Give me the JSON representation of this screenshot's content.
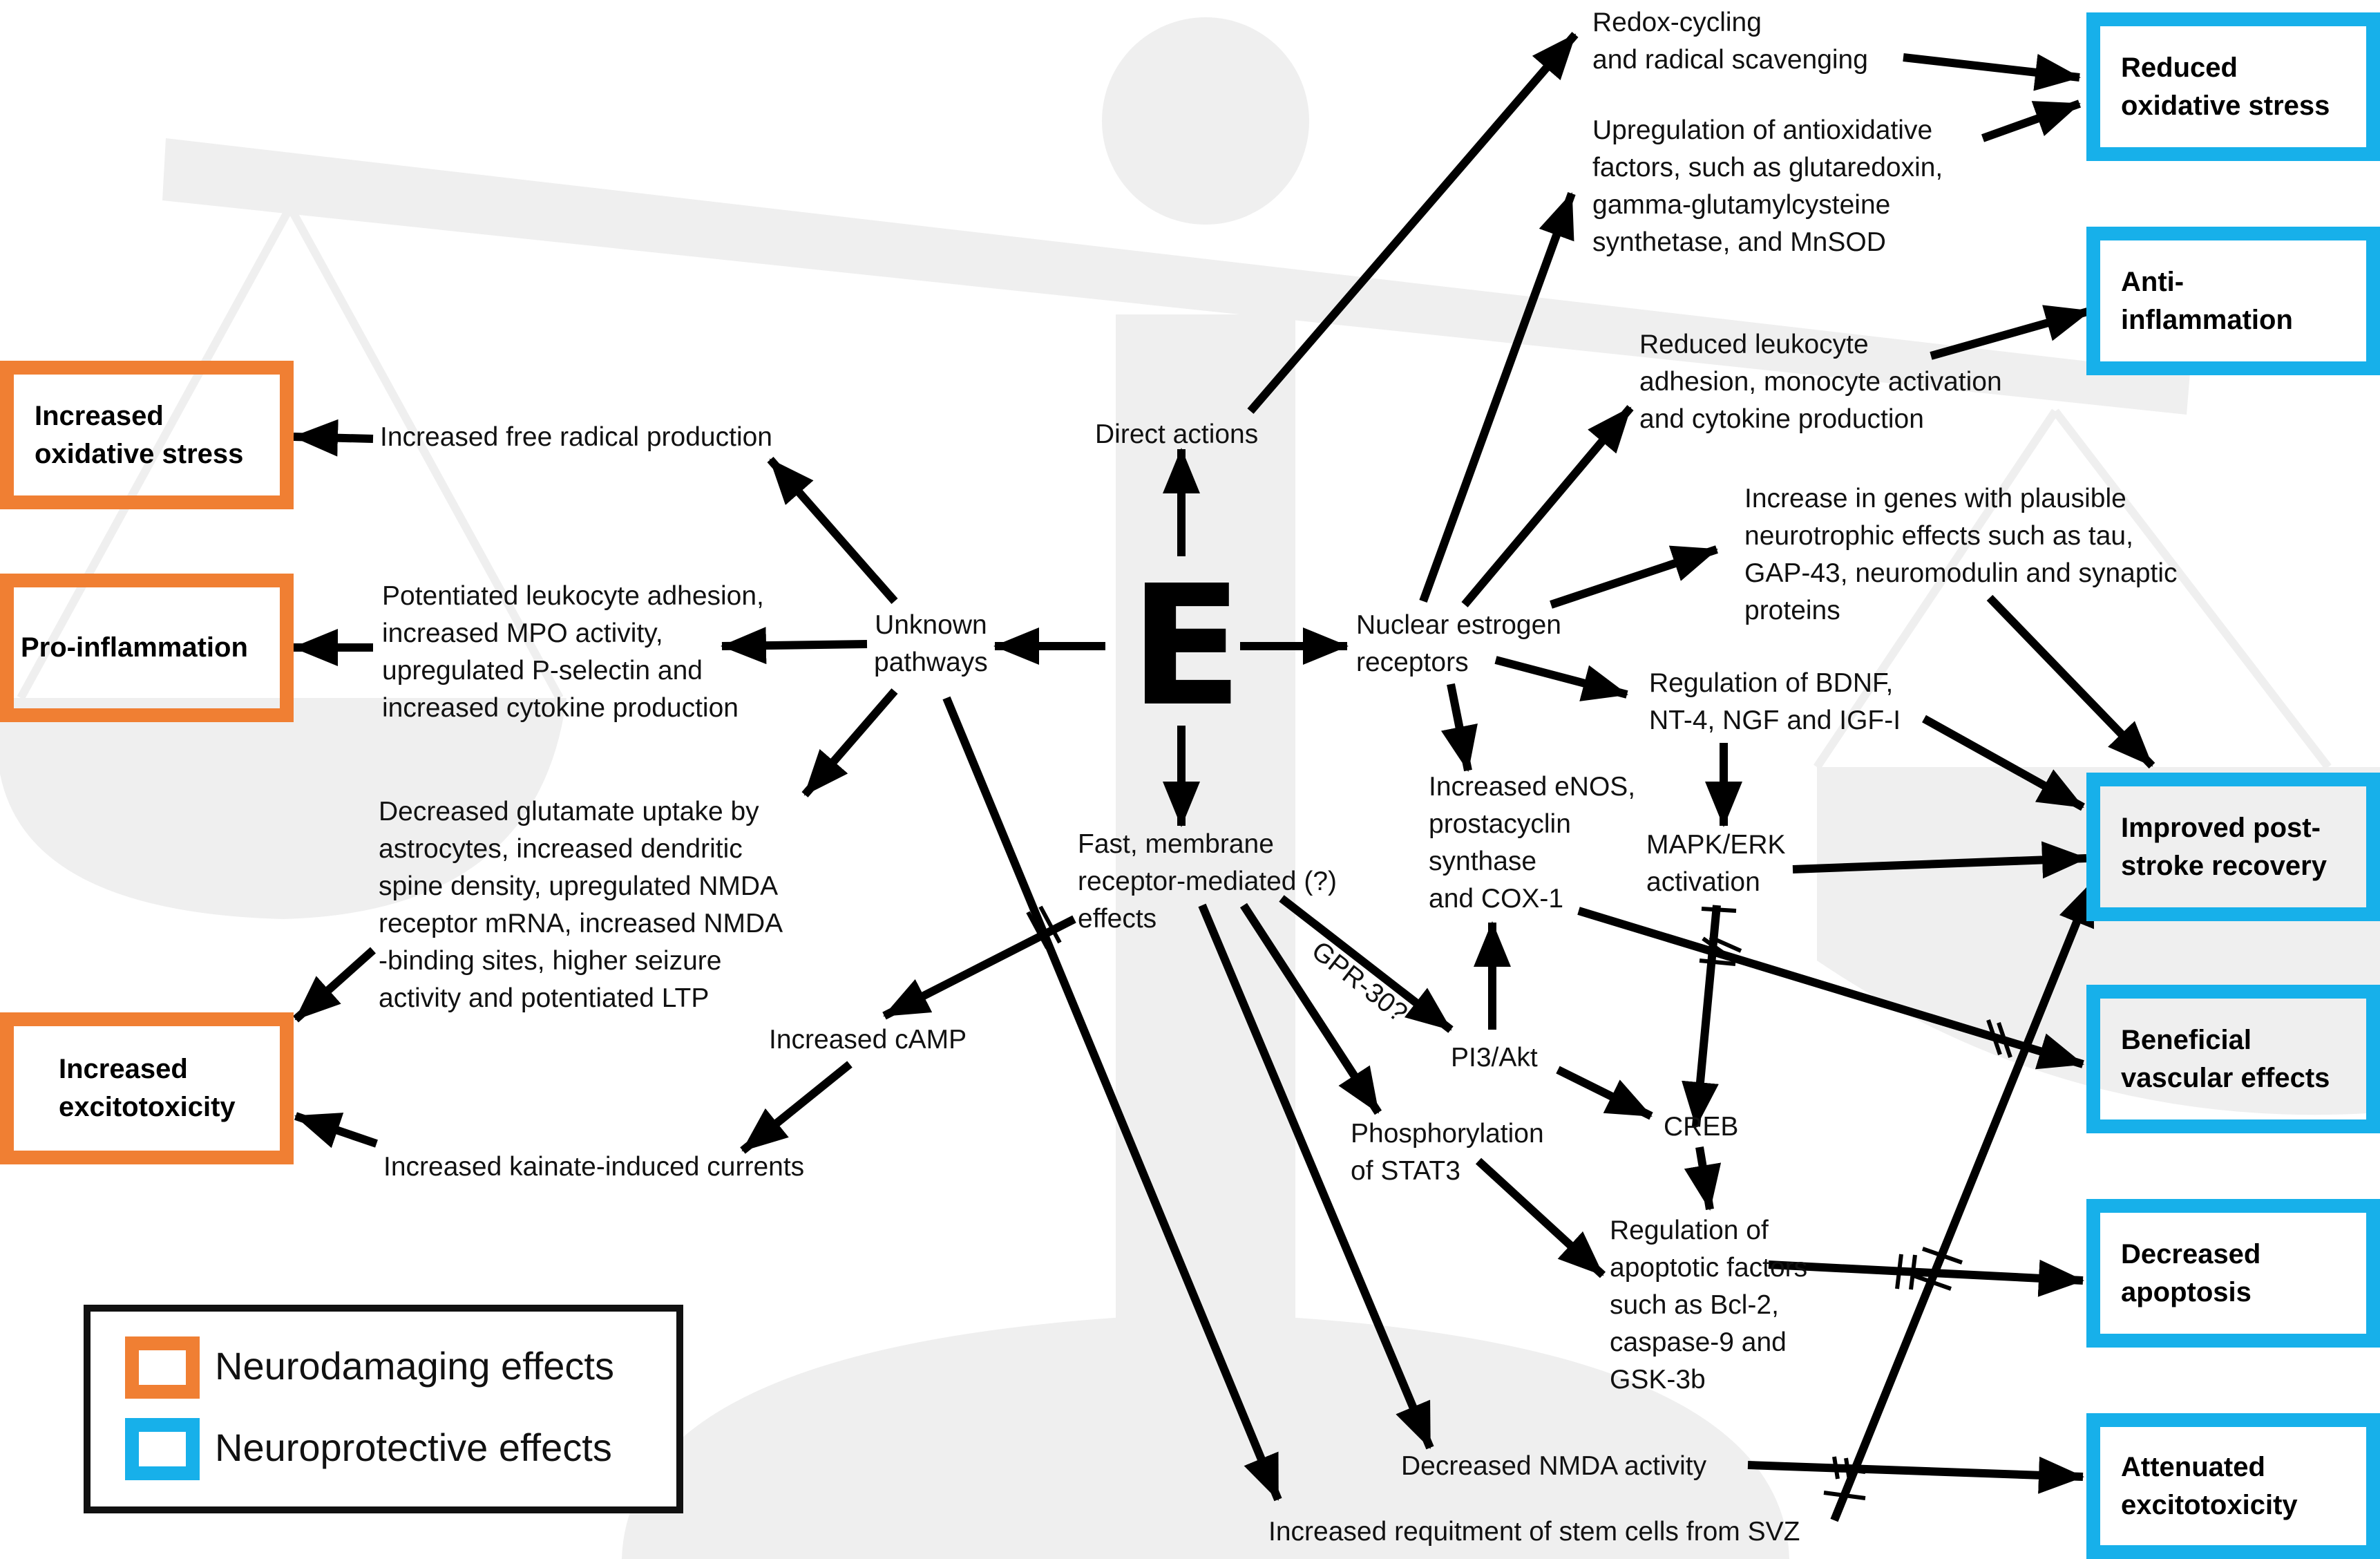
{
  "colors": {
    "neurodamaging": "#f07f33",
    "neuroprotective": "#17b0ea",
    "scale_background": "#efefef",
    "arrow": "#000000"
  },
  "center": {
    "label": "E"
  },
  "labels": {
    "direct_actions": "Direct actions",
    "unknown_pathways": [
      "Unknown",
      "pathways"
    ],
    "nuclear_receptors": [
      "Nuclear estrogen",
      "receptors"
    ],
    "fast_membrane": [
      "Fast, membrane",
      "receptor-mediated (?)",
      "effects"
    ],
    "free_radical": "Increased free radical production",
    "leukocyte_adhesion": [
      "Potentiated leukocyte adhesion,",
      "increased MPO activity,",
      "upregulated P-selectin and",
      "increased cytokine production"
    ],
    "glutamate": [
      "Decreased glutamate uptake by",
      "astrocytes, increased dendritic",
      "spine density, upregulated NMDA",
      "receptor mRNA, increased NMDA",
      "-binding sites, higher seizure",
      "activity and potentiated LTP"
    ],
    "camp": "Increased cAMP",
    "kainate": "Increased kainate-induced currents",
    "redox": [
      "Redox-cycling",
      "and radical scavenging"
    ],
    "antioxidative": [
      "Upregulation of antioxidative",
      "factors, such as glutaredoxin,",
      "gamma-glutamylcysteine",
      "synthetase, and MnSOD"
    ],
    "reduced_leukocyte": [
      "Reduced leukocyte",
      "adhesion, monocyte activation",
      "and cytokine production"
    ],
    "neurotrophic_genes": [
      "Increase in genes with plausible",
      "neurotrophic effects such as tau,",
      "GAP-43,  neuromodulin and synaptic",
      "proteins"
    ],
    "bdnf": [
      "Regulation of BDNF,",
      "NT-4, NGF and IGF-I"
    ],
    "enos": [
      "Increased eNOS,",
      "prostacyclin",
      "synthase",
      "and COX-1"
    ],
    "mapk": [
      "MAPK/ERK",
      "activation"
    ],
    "gpr30": "GPR-30?",
    "pi3akt": "PI3/Akt",
    "creb": "CREB",
    "stat3": [
      "Phosphorylation",
      "of STAT3"
    ],
    "apoptotic_factors": [
      "Regulation of",
      "apoptotic factors",
      "such as Bcl-2,",
      "caspase-9 and",
      "GSK-3b"
    ],
    "nmda_activity": "Decreased NMDA activity",
    "stem_cells": "Increased  requitment of stem cells from SVZ"
  },
  "outcomes": {
    "increased_oxidative_stress": "Increased\noxidative stress",
    "pro_inflammation": "Pro-inflammation",
    "increased_excitotoxicity": "Increased\nexcitotoxicity",
    "reduced_oxidative_stress": "Reduced\noxidative stress",
    "anti_inflammation": "Anti-\ninflammation",
    "improved_recovery": "Improved post-\nstroke recovery",
    "beneficial_vascular": "Beneficial\nvascular effects",
    "decreased_apoptosis": "Decreased\napoptosis",
    "attenuated_excitotoxicity": "Attenuated\nexcitotoxicity"
  },
  "legend": {
    "neurodamaging": "Neurodamaging effects",
    "neuroprotective": "Neuroprotective effects"
  }
}
